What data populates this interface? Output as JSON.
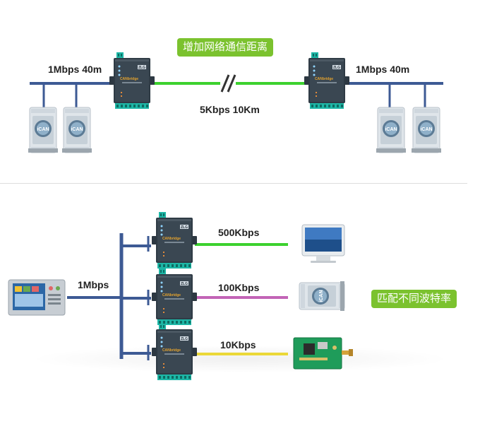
{
  "top": {
    "badge": "增加网络通信距离",
    "left_speed": "1Mbps 40m",
    "right_speed": "1Mbps 40m",
    "link_speed": "5Kbps 10Km"
  },
  "bottom": {
    "badge": "匹配不同波特率",
    "bus_speed": "1Mbps",
    "branches": [
      "500Kbps",
      "100Kbps",
      "10Kbps"
    ]
  },
  "device": {
    "brand": "ZLG",
    "product": "CANbridge",
    "module_text": "iCAN"
  },
  "colors": {
    "bus": "#3d5a94",
    "green_link": "#3cd12e",
    "pink_link": "#c264b6",
    "yellow_link": "#ebd838",
    "badge": "#7bc22e",
    "terminal": "#1db7a6"
  }
}
